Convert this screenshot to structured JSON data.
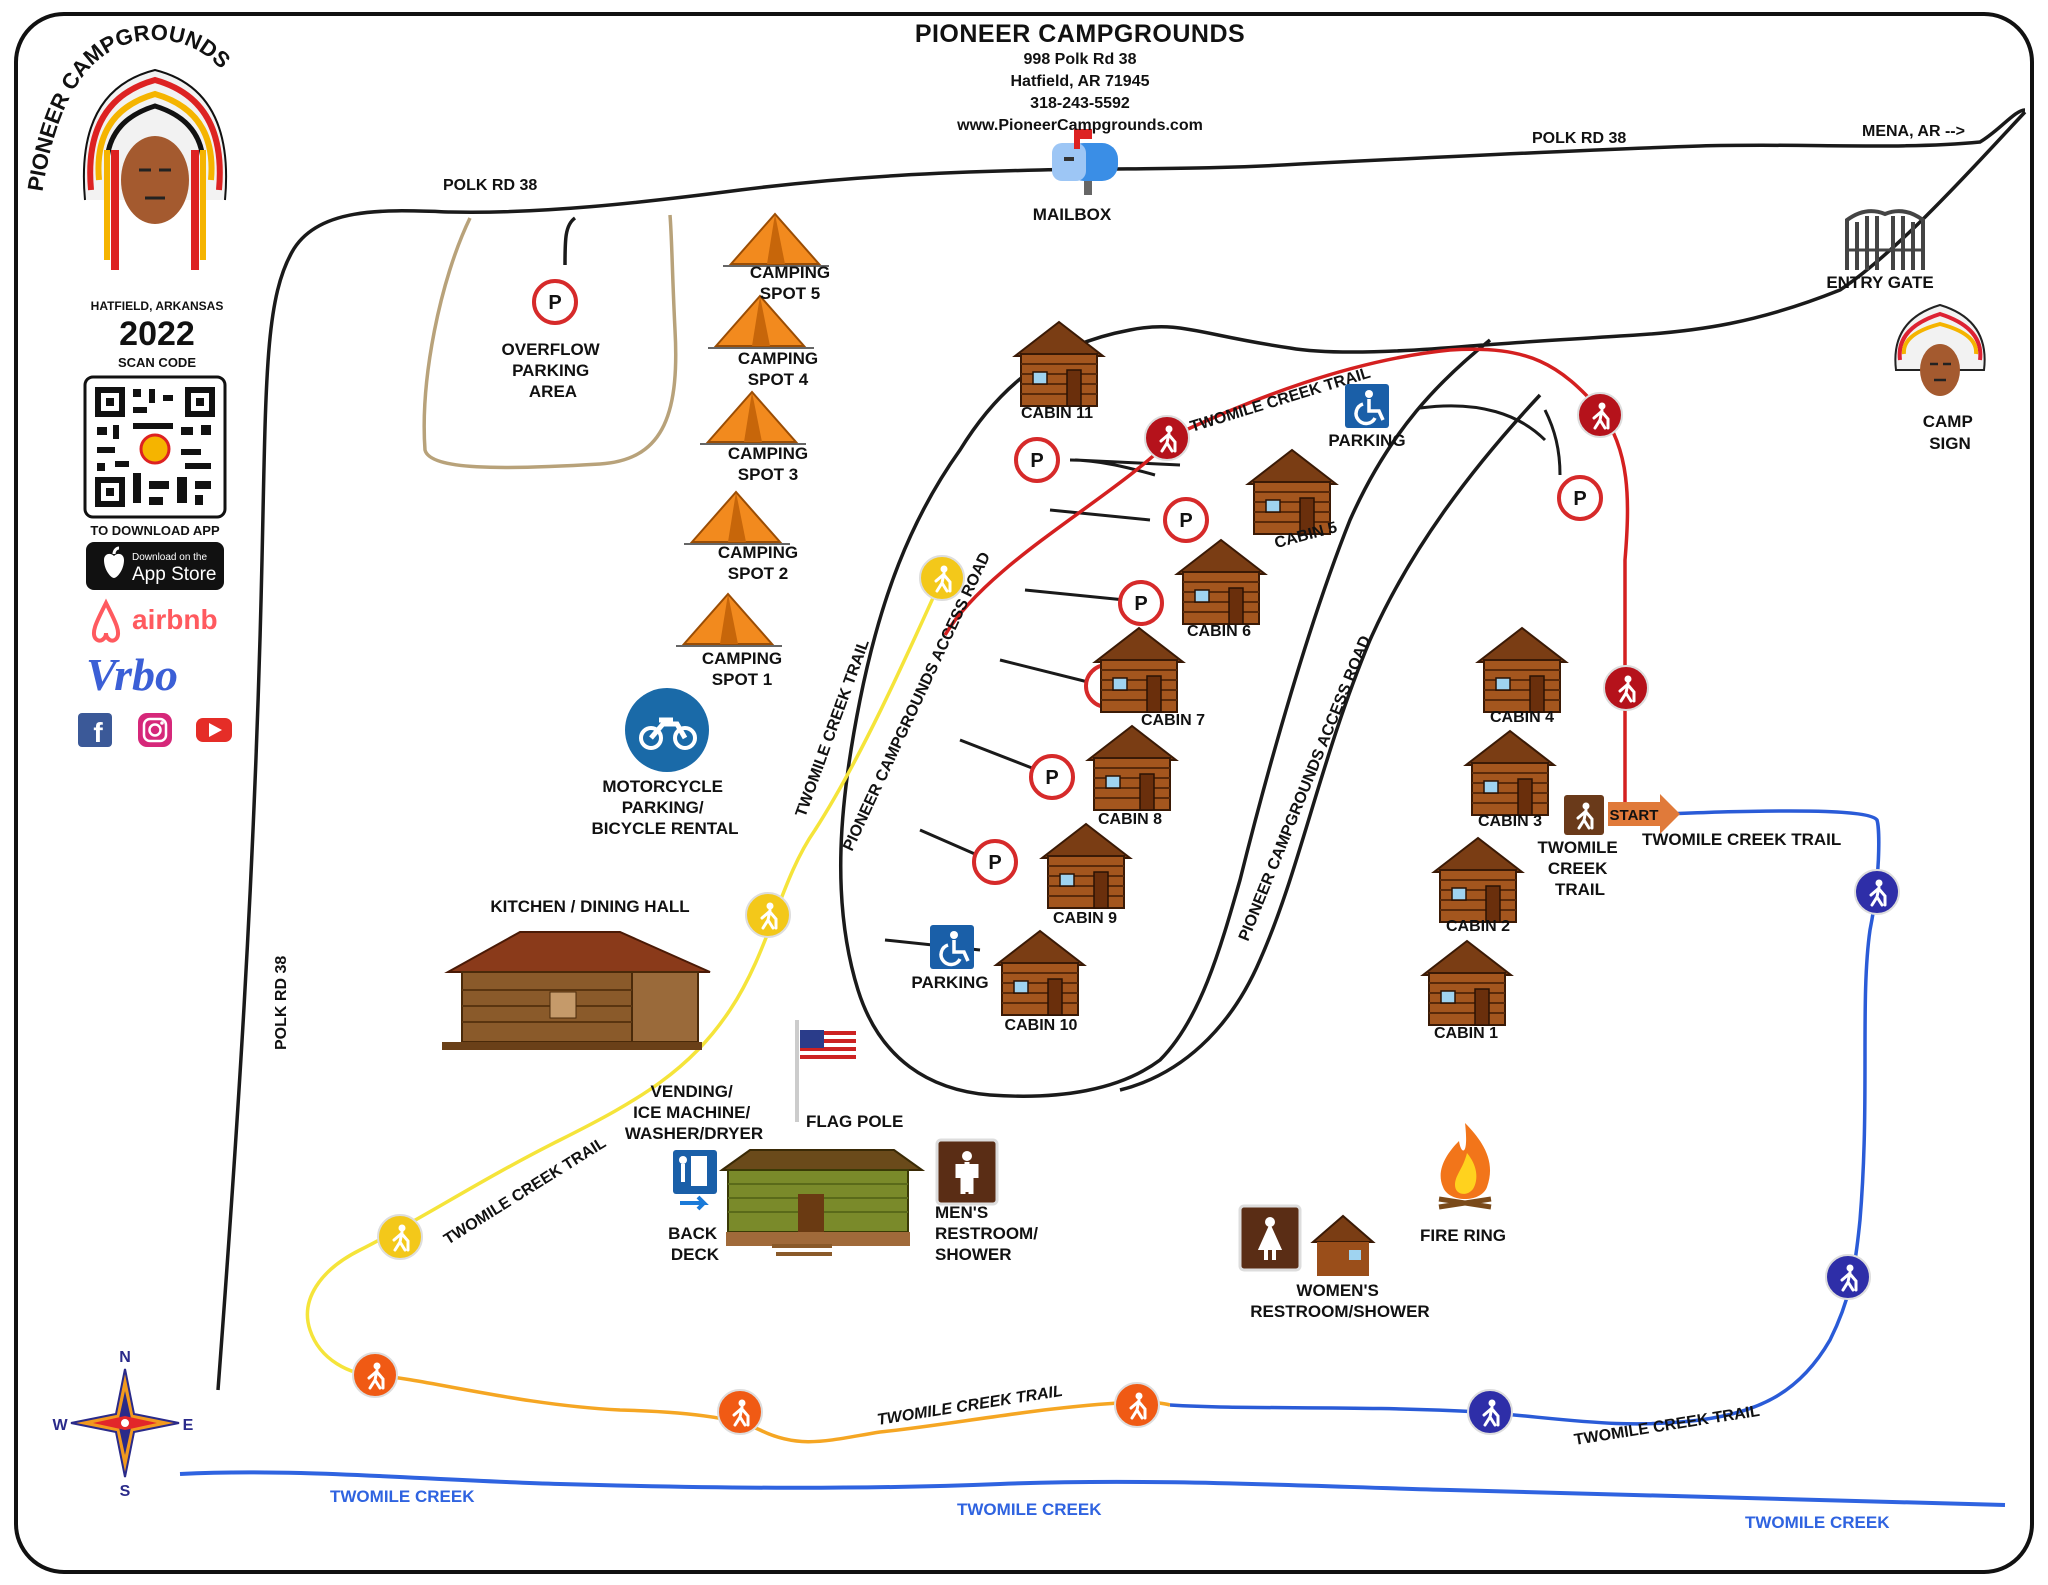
{
  "header": {
    "title": "PIONEER CAMPGROUNDS",
    "address1": "998 Polk Rd 38",
    "address2": "Hatfield, AR 71945",
    "phone": "318-243-5592",
    "website": "www.PioneerCampgrounds.com"
  },
  "sidebar": {
    "logo_arc_text": "PIONEER CAMPGROUNDS",
    "logo_location": "HATFIELD, ARKANSAS",
    "year": "2022",
    "scan_code": "SCAN CODE",
    "download_caption": "TO DOWNLOAD APP",
    "appstore_small": "Download on the",
    "appstore_big": "App Store",
    "airbnb": "airbnb",
    "vrbo": "Vrbo",
    "social_icons": [
      "facebook-icon",
      "instagram-icon",
      "youtube-icon"
    ]
  },
  "labels": {
    "polk_top_left": "POLK RD 38",
    "polk_top_right": "POLK RD 38",
    "polk_vertical": "POLK RD 38",
    "mena": "MENA, AR -->",
    "mailbox": "MAILBOX",
    "entry_gate": "ENTRY GATE",
    "camp_sign": [
      "CAMP",
      "SIGN"
    ],
    "overflow": [
      "OVERFLOW",
      "PARKING",
      "AREA"
    ],
    "camping": [
      [
        "CAMPING",
        "SPOT 5"
      ],
      [
        "CAMPING",
        "SPOT 4"
      ],
      [
        "CAMPING",
        "SPOT 3"
      ],
      [
        "CAMPING",
        "SPOT 2"
      ],
      [
        "CAMPING",
        "SPOT 1"
      ]
    ],
    "motorcycle": [
      "MOTORCYCLE",
      "PARKING/",
      "BICYCLE RENTAL"
    ],
    "kitchen": "KITCHEN / DINING HALL",
    "vending": [
      "VENDING/",
      "ICE MACHINE/",
      "WASHER/DRYER"
    ],
    "flag_pole": "FLAG POLE",
    "back_deck": [
      "BACK",
      "DECK"
    ],
    "mens": [
      "MEN'S",
      "RESTROOM/",
      "SHOWER"
    ],
    "womens": [
      "WOMEN'S",
      "RESTROOM/SHOWER"
    ],
    "fire_ring": "FIRE RING",
    "parking": "PARKING",
    "parking_sign": "P",
    "access_road": "PIONEER CAMPGROUNDS ACCESS ROAD",
    "trail": "TWOMILE CREEK TRAIL",
    "trail_start_sign": [
      "TWOMILE",
      "CREEK",
      "TRAIL"
    ],
    "start": "START",
    "creek": "TWOMILE CREEK",
    "compass": [
      "N",
      "E",
      "S",
      "W"
    ]
  },
  "cabins": [
    "CABIN 1",
    "CABIN 2",
    "CABIN 3",
    "CABIN 4",
    "CABIN 5",
    "CABIN 6",
    "CABIN 7",
    "CABIN 8",
    "CABIN 9",
    "CABIN 10",
    "CABIN 11"
  ],
  "colors": {
    "road": "#1a1a1a",
    "overflow_road": "#b8a27a",
    "trail_red": "#d42020",
    "trail_yellow": "#f5e43a",
    "trail_orange": "#f5a623",
    "trail_blue": "#2a5bd7",
    "creek": "#2f63e0",
    "parking_ring": "#d62a2a",
    "access_blue": "#1a5fa8",
    "tent": "#f28a1e",
    "cabin": "#8a4a1e",
    "restroom_brown": "#5a2d15"
  }
}
